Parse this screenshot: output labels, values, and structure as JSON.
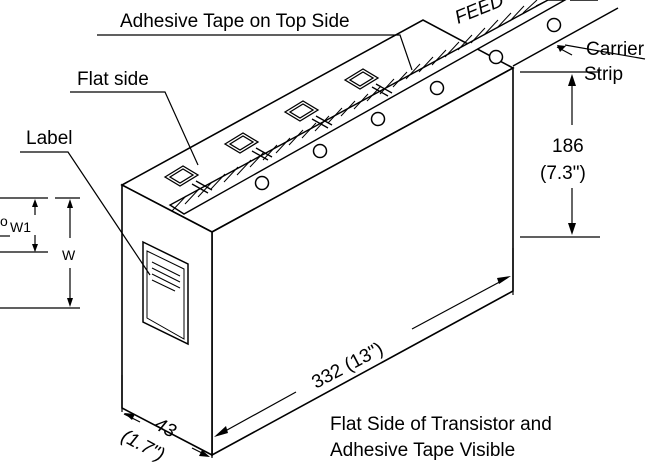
{
  "labels": {
    "adhesive_tape": "Adhesive Tape on Top Side",
    "feed": "FEED",
    "carrier": "Carrier",
    "strip": "Strip",
    "flat_side": "Flat side",
    "label": "Label",
    "height_mm": "186",
    "height_in": "(7.3\")",
    "length": "332 (13\")",
    "depth_mm": "43",
    "depth_in": "(1.7\")",
    "caption_line1": "Flat Side of Transistor and",
    "caption_line2": "Adhesive Tape Visible",
    "w1_partial": "o",
    "w1": "W1",
    "w": "W"
  }
}
